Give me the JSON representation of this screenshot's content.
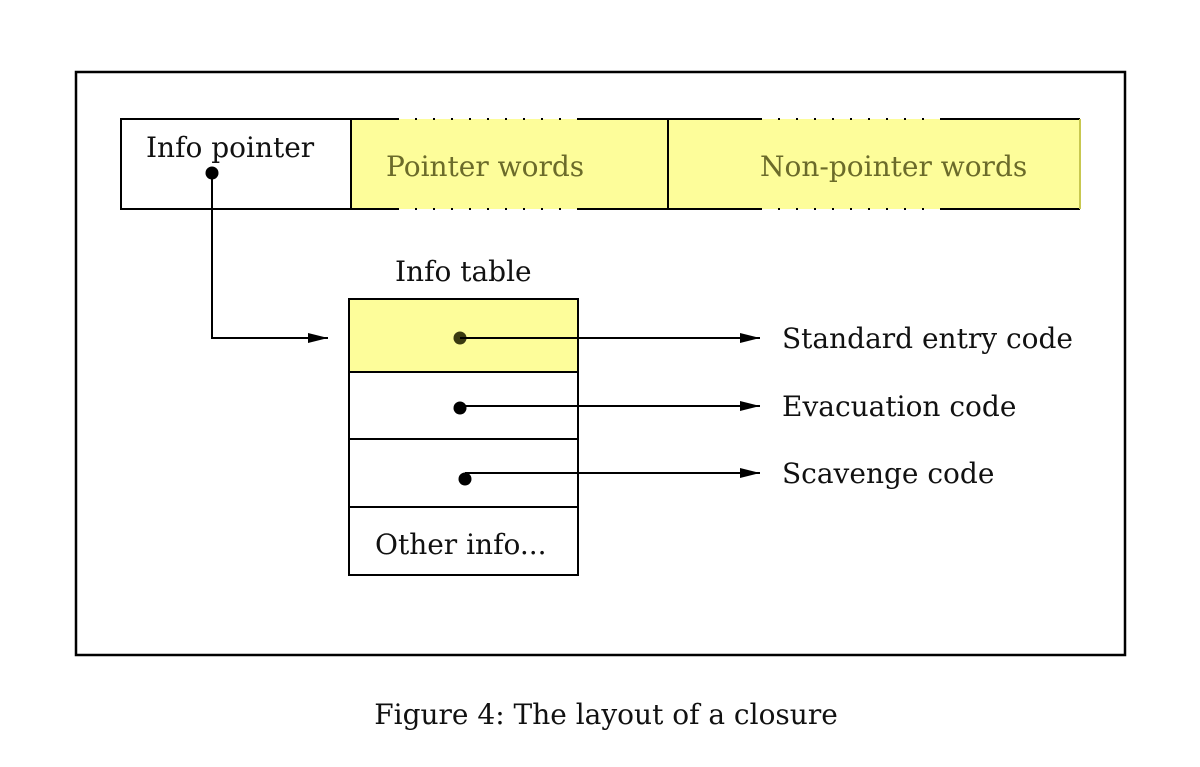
{
  "closure": {
    "info_pointer_label": "Info pointer",
    "pointer_words_label": "Pointer words",
    "non_pointer_words_label": "Non-pointer words"
  },
  "info_table": {
    "title": "Info table",
    "other_info_label": "Other info..."
  },
  "targets": {
    "standard_entry": "Standard entry code",
    "evacuation": "Evacuation code",
    "scavenge": "Scavenge code"
  },
  "caption": "Figure 4: The layout of a closure",
  "colors": {
    "highlight_fill": "#fdfd9a",
    "highlight_text": "#6b6b2a",
    "line": "#000000"
  }
}
